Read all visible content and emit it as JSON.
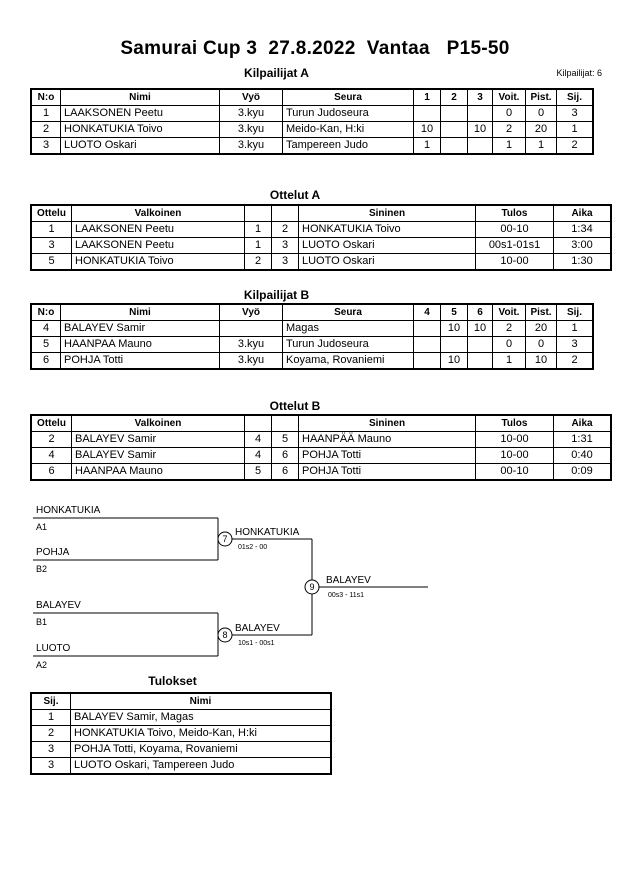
{
  "header": {
    "title": "Samurai Cup 3  27.8.2022  Vantaa   P15-50",
    "competitors_total": "Kilpailijat: 6"
  },
  "kilpailijat_a": {
    "title": "Kilpailijat A",
    "headers": [
      "N:o",
      "Nimi",
      "Vyö",
      "Seura",
      "1",
      "2",
      "3",
      "Voit.",
      "Pist.",
      "Sij."
    ],
    "rows": [
      [
        "1",
        "LAAKSONEN Peetu",
        "3.kyu",
        "Turun Judoseura",
        "",
        "",
        "",
        "0",
        "0",
        "3"
      ],
      [
        "2",
        "HONKATUKIA Toivo",
        "3.kyu",
        "Meido-Kan, H:ki",
        "10",
        "",
        "10",
        "2",
        "20",
        "1"
      ],
      [
        "3",
        "LUOTO Oskari",
        "3.kyu",
        "Tampereen Judo",
        "1",
        "",
        "",
        "1",
        "1",
        "2"
      ]
    ]
  },
  "ottelut_a": {
    "title": "Ottelut A",
    "headers": [
      "Ottelu",
      "Valkoinen",
      "",
      "",
      "Sininen",
      "Tulos",
      "Aika"
    ],
    "rows": [
      [
        "1",
        "LAAKSONEN Peetu",
        "1",
        "2",
        "HONKATUKIA Toivo",
        "00-10",
        "1:34"
      ],
      [
        "3",
        "LAAKSONEN Peetu",
        "1",
        "3",
        "LUOTO Oskari",
        "00s1-01s1",
        "3:00"
      ],
      [
        "5",
        "HONKATUKIA Toivo",
        "2",
        "3",
        "LUOTO Oskari",
        "10-00",
        "1:30"
      ]
    ]
  },
  "kilpailijat_b": {
    "title": "Kilpailijat B",
    "headers": [
      "N:o",
      "Nimi",
      "Vyö",
      "Seura",
      "4",
      "5",
      "6",
      "Voit.",
      "Pist.",
      "Sij."
    ],
    "rows": [
      [
        "4",
        "BALAYEV Samir",
        "",
        "Magas",
        "",
        "10",
        "10",
        "2",
        "20",
        "1"
      ],
      [
        "5",
        "HAANPAA Mauno",
        "3.kyu",
        "Turun Judoseura",
        "",
        "",
        "",
        "0",
        "0",
        "3"
      ],
      [
        "6",
        "POHJA Totti",
        "3.kyu",
        "Koyama, Rovaniemi",
        "",
        "10",
        "",
        "1",
        "10",
        "2"
      ]
    ]
  },
  "ottelut_b": {
    "title": "Ottelut B",
    "headers": [
      "Ottelu",
      "Valkoinen",
      "",
      "",
      "Sininen",
      "Tulos",
      "Aika"
    ],
    "rows": [
      [
        "2",
        "BALAYEV Samir",
        "4",
        "5",
        "HAANPÄÄ Mauno",
        "10-00",
        "1:31"
      ],
      [
        "4",
        "BALAYEV Samir",
        "4",
        "6",
        "POHJA Totti",
        "10-00",
        "0:40"
      ],
      [
        "6",
        "HAANPAA Mauno",
        "5",
        "6",
        "POHJA Totti",
        "00-10",
        "0:09"
      ]
    ]
  },
  "bracket": {
    "sf1": {
      "top_name": "HONKATUKIA",
      "top_seed": "A1",
      "bottom_name": "POHJA",
      "bottom_seed": "B2",
      "match_no": "7",
      "winner": "HONKATUKIA",
      "score": "01s2 - 00"
    },
    "sf2": {
      "top_name": "BALAYEV",
      "top_seed": "B1",
      "bottom_name": "LUOTO",
      "bottom_seed": "A2",
      "match_no": "8",
      "winner": "BALAYEV",
      "score": "10s1 - 00s1"
    },
    "final": {
      "match_no": "9",
      "winner": "BALAYEV",
      "score": "00s3 - 11s1"
    }
  },
  "tulokset": {
    "title": "Tulokset",
    "headers": [
      "Sij.",
      "Nimi"
    ],
    "rows": [
      [
        "1",
        "BALAYEV Samir, Magas"
      ],
      [
        "2",
        "HONKATUKIA Toivo, Meido-Kan, H:ki"
      ],
      [
        "3",
        "POHJA Totti, Koyama, Rovaniemi"
      ],
      [
        "3",
        "LUOTO Oskari, Tampereen Judo"
      ]
    ]
  }
}
